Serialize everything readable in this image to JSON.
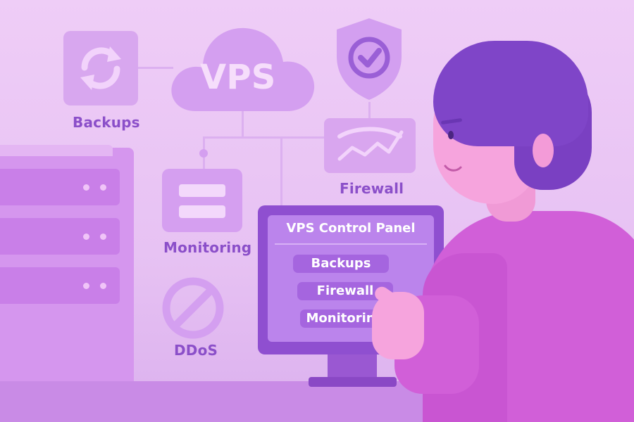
{
  "labels": {
    "vps": "VPS",
    "backups": "Backups",
    "monitoring": "Monitoring",
    "firewall": "Firewall",
    "ddos": "DDoS"
  },
  "control_panel": {
    "title": "VPS Control Panel",
    "buttons": [
      "Backups",
      "Firewall",
      "Monitoring"
    ]
  },
  "icons": {
    "backups": "refresh-icon",
    "vps": "cloud-icon",
    "shield": "shield-check-icon",
    "firewall": "line-graph-icon",
    "monitoring": "server-bars-icon",
    "ddos": "prohibited-icon"
  },
  "colors": {
    "background": "#ecc9f6",
    "accent": "#8b4fc9",
    "monitor": "#8f4fd0",
    "shirt": "#d15fd8",
    "hair": "#7f45c8"
  }
}
